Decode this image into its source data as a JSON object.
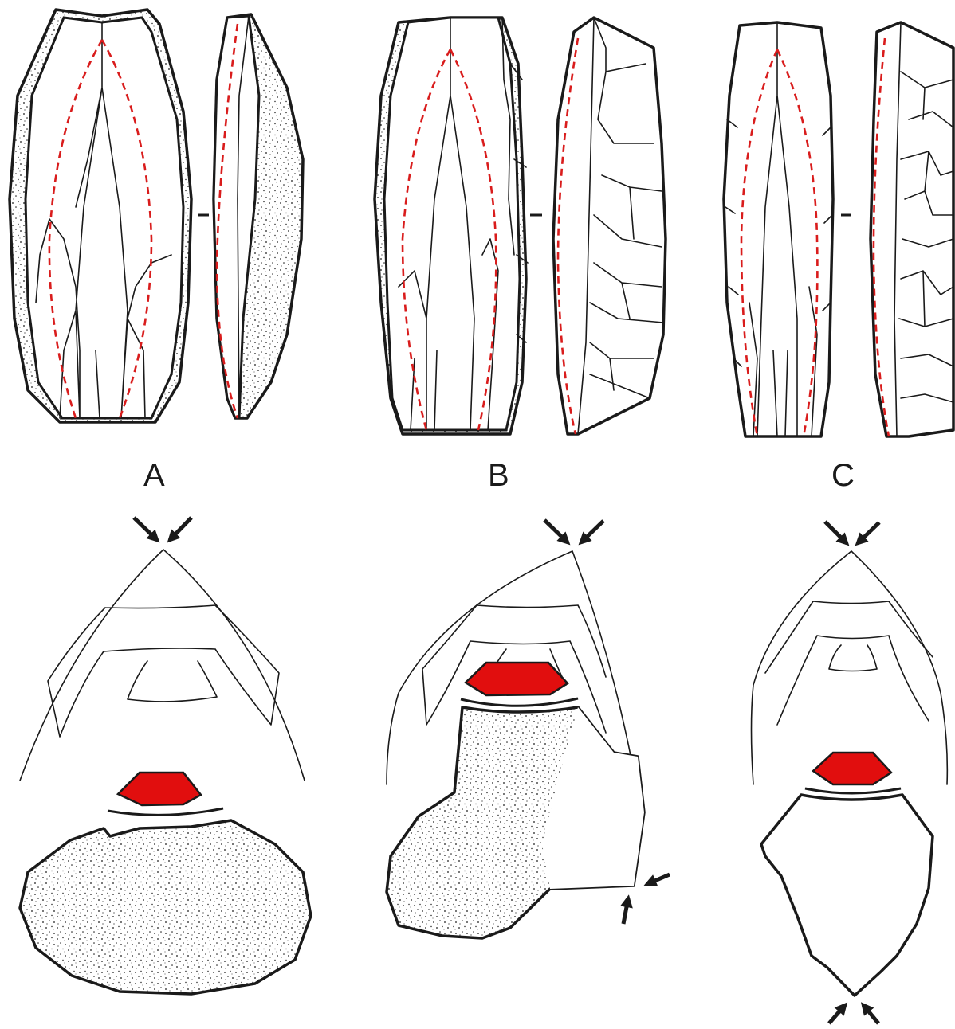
{
  "figure": {
    "panels": [
      {
        "id": "a",
        "label": "A"
      },
      {
        "id": "b",
        "label": "B"
      },
      {
        "id": "c",
        "label": "C"
      }
    ],
    "colors": {
      "outline": "#1a1a1a",
      "red_dashed_guide": "#d91c1c",
      "red_fill": "#e10e0e",
      "cortex_dots": "#1a1a1a",
      "background": "#ffffff"
    }
  }
}
